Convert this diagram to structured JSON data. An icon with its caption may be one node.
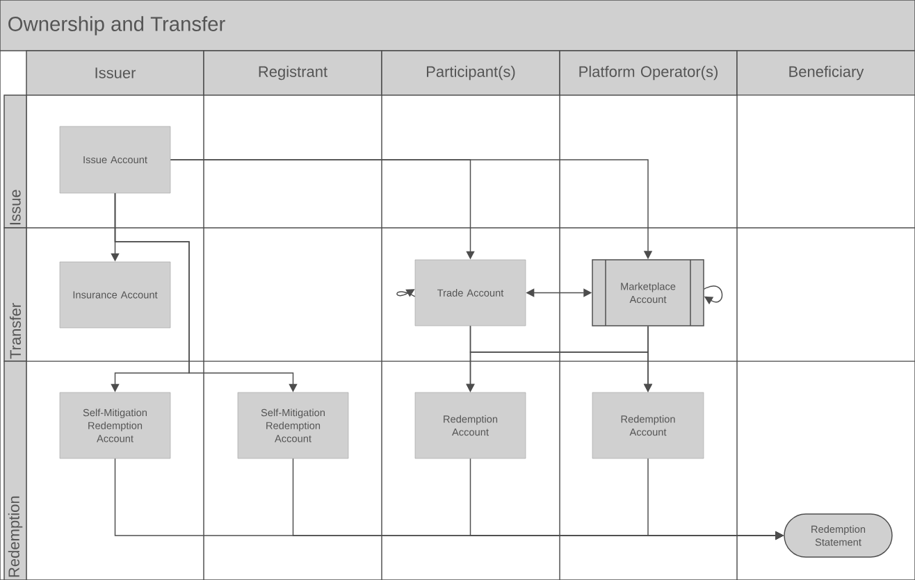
{
  "diagram": {
    "title": "Ownership and Transfer",
    "nodes": [
      {
        "text": [
          "Issuer"
        ]
      },
      {
        "text": [
          "Registrant"
        ]
      },
      {
        "text": [
          "Participant(s)"
        ]
      },
      {
        "text": [
          "Platform Operator(s)"
        ]
      },
      {
        "text": [
          "Beneficiary"
        ]
      },
      {
        "text": [
          "Issue"
        ]
      },
      {
        "text": [
          "Transfer"
        ]
      },
      {
        "text": [
          "Redemption"
        ]
      },
      {
        "text": [
          "Issue Account"
        ]
      },
      {
        "text": [
          "Insurance Account"
        ]
      },
      {
        "text": [
          "Trade Account"
        ]
      },
      {
        "text": [
          "Marketplace Account"
        ]
      },
      {
        "text": [
          "Self-Mitigation Redemption Account"
        ]
      },
      {
        "text": [
          "Self-Mitigation Redemption Account"
        ]
      },
      {
        "text": [
          "Redemption Account"
        ]
      },
      {
        "text": [
          "Redemption Account"
        ]
      },
      {
        "text": [
          "Redemption Statement"
        ]
      }
    ],
    "edges": [
      {
        "from": 8,
        "to": 9,
        "arrow": "to"
      },
      {
        "from": 8,
        "to": 12,
        "arrow": "to"
      },
      {
        "from": 8,
        "to": 13,
        "arrow": "to"
      },
      {
        "from": 8,
        "to": 10,
        "arrow": "to"
      },
      {
        "from": 8,
        "to": 11,
        "arrow": "to"
      },
      {
        "from": 10,
        "to": 10,
        "arrow": "to"
      },
      {
        "from": 10,
        "to": 11,
        "arrow": "both"
      },
      {
        "from": 11,
        "to": 11,
        "arrow": "to"
      },
      {
        "from": 10,
        "to": 14,
        "arrow": "to"
      },
      {
        "from": 10,
        "to": 15,
        "arrow": "to"
      },
      {
        "from": 11,
        "to": 14,
        "arrow": "to"
      },
      {
        "from": 11,
        "to": 15,
        "arrow": "to"
      },
      {
        "from": 12,
        "to": 16,
        "arrow": "to"
      },
      {
        "from": 13,
        "to": 16,
        "arrow": "to"
      },
      {
        "from": 14,
        "to": 16,
        "arrow": "to"
      },
      {
        "from": 15,
        "to": 16,
        "arrow": "to"
      }
    ]
  }
}
